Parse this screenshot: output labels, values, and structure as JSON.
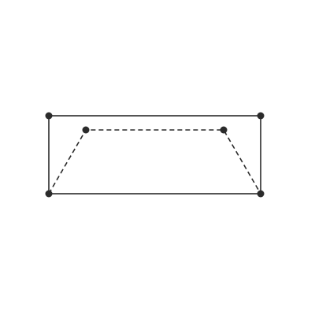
{
  "diagram": {
    "shapes": [
      {
        "name": "rectangle",
        "line_style": "solid",
        "color": "#2b2b2b"
      },
      {
        "name": "trapezoid-inner",
        "line_style": "dashed",
        "color": "#2b2b2b"
      }
    ],
    "vertex_color": "#2b2b2b",
    "background": "#ffffff"
  }
}
